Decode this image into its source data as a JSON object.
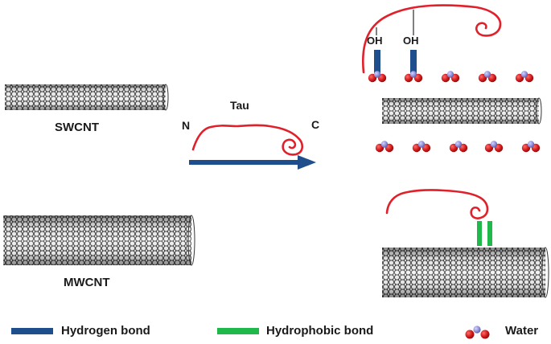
{
  "labels": {
    "swcnt": "SWCNT",
    "mwcnt": "MWCNT",
    "tau": "Tau",
    "n_terminus": "N",
    "c_terminus": "C",
    "oh_left": "OH",
    "oh_right": "OH"
  },
  "legend": {
    "hydrogen_bond": "Hydrogen bond",
    "hydrophobic_bond": "Hydrophobic bond",
    "water": "Water"
  },
  "colors": {
    "tau_protein": "#e0202a",
    "hydrogen_bond": "#1f4e8c",
    "hydrophobic_bond": "#1fb84a",
    "arrow": "#1f4e8c",
    "oxygen": "#d11a1a",
    "hydrogen_atom": "#8f8fd8",
    "nanotube": "#3a3a3a"
  },
  "icons": {
    "water_molecule": "water-molecule-icon",
    "nanotube": "carbon-nanotube-icon",
    "protein": "tau-protein-icon"
  }
}
